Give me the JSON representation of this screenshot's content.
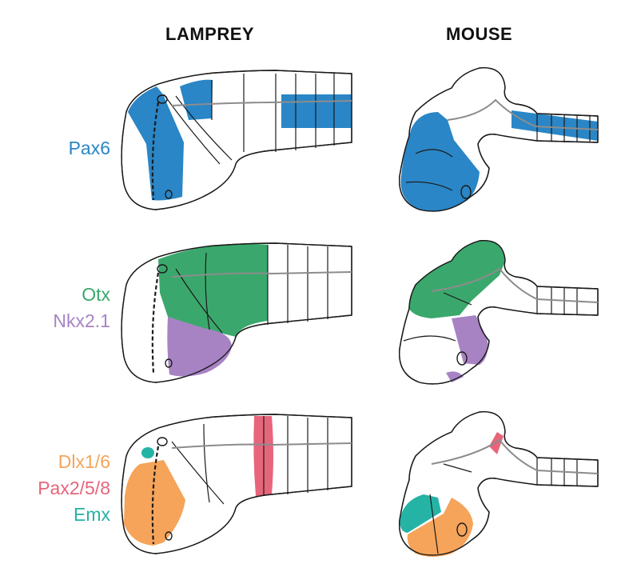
{
  "headers": {
    "left": "LAMPREY",
    "right": "MOUSE"
  },
  "rows": [
    {
      "labels": [
        {
          "text": "Pax6",
          "color": "#2a86c6"
        }
      ]
    },
    {
      "labels": [
        {
          "text": "Otx",
          "color": "#3aa86c"
        },
        {
          "text": "Nkx2.1",
          "color": "#a783c4"
        }
      ]
    },
    {
      "labels": [
        {
          "text": "Dlx1/6",
          "color": "#f5a45a"
        },
        {
          "text": "Pax2/5/8",
          "color": "#e7657b"
        },
        {
          "text": "Emx",
          "color": "#25b3a6"
        }
      ]
    }
  ],
  "colors": {
    "pax6": "#2a86c6",
    "otx": "#3aa86c",
    "nkx21": "#a783c4",
    "dlx": "#f5a45a",
    "pax258": "#e7657b",
    "emx": "#25b3a6"
  }
}
